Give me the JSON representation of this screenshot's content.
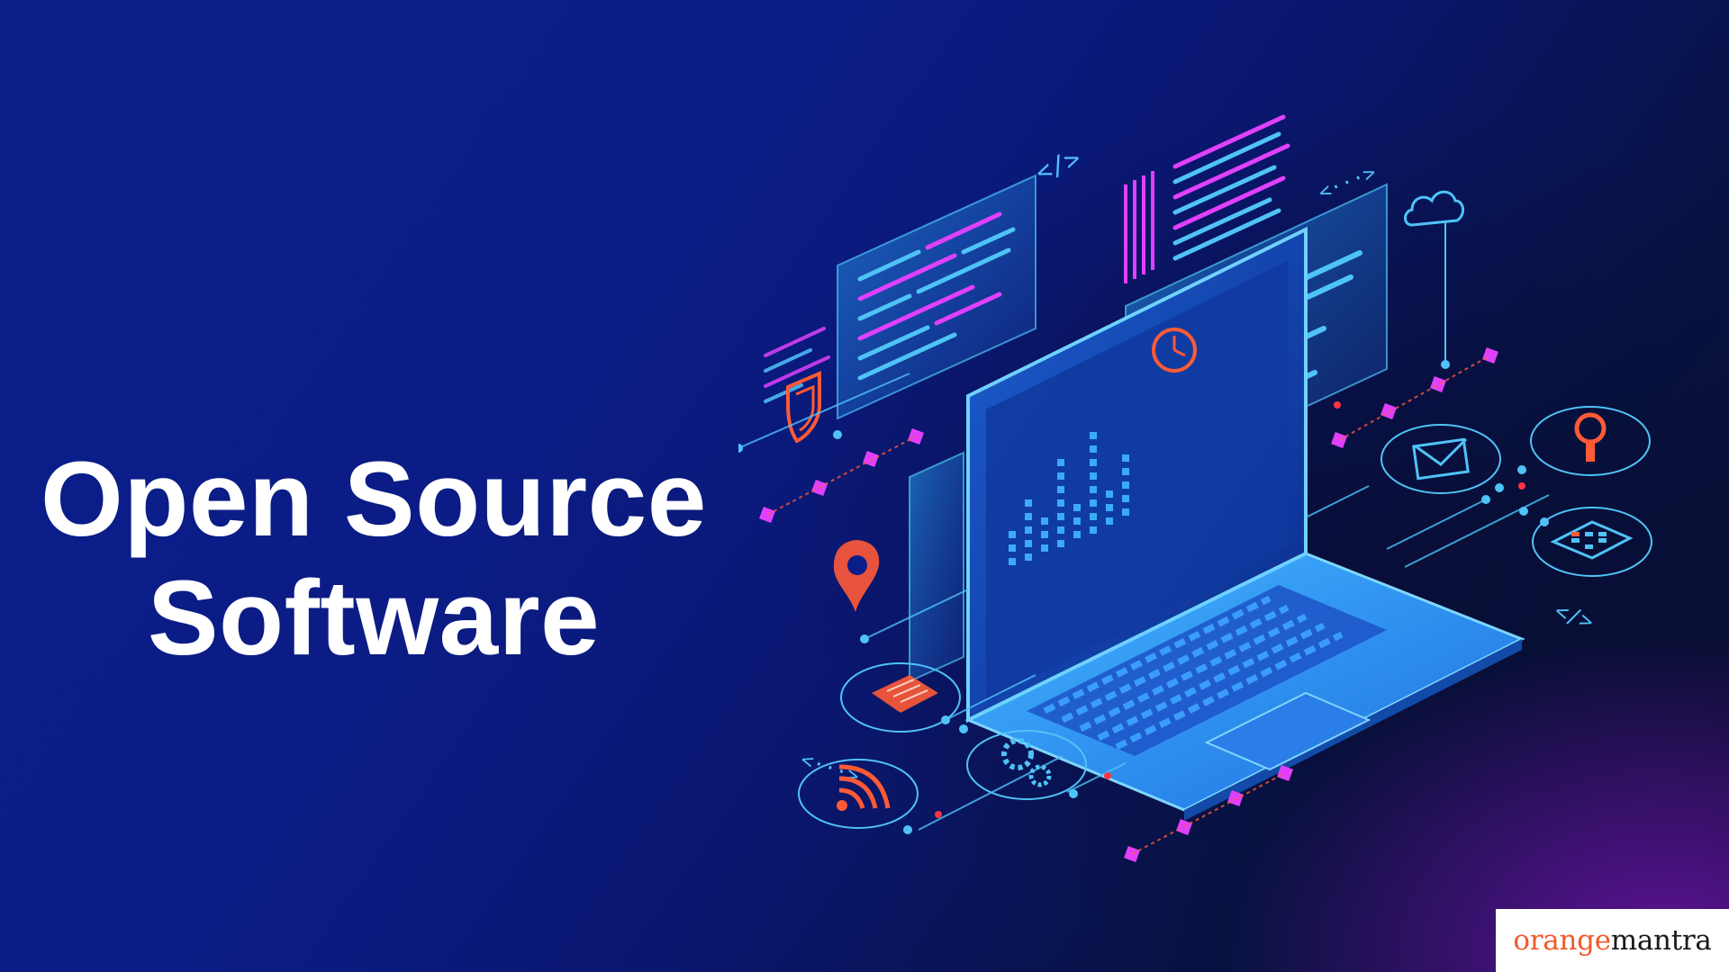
{
  "headline": {
    "line1": "Open Source",
    "line2": "Software"
  },
  "brand": {
    "part1": "orange",
    "part2": "mantra",
    "color_part1": "#ef5b2b",
    "color_part2": "#1a1a1a"
  },
  "illustration": {
    "code_tag_1": "</>",
    "code_tag_2": "</>",
    "arrows_tag_1": "<···>",
    "arrows_tag_2": "<···>",
    "icons": [
      "shield-icon",
      "location-pin-icon",
      "clock-icon",
      "cloud-icon",
      "mail-icon",
      "search-icon",
      "grid-icon",
      "document-icon",
      "wifi-icon",
      "gears-icon",
      "laptop-icon"
    ]
  },
  "colors": {
    "background_start": "#0a1e8a",
    "background_end": "#4a0f8f",
    "cyan": "#4fc3f7",
    "pink": "#e040fb",
    "orange": "#ff5a36"
  }
}
